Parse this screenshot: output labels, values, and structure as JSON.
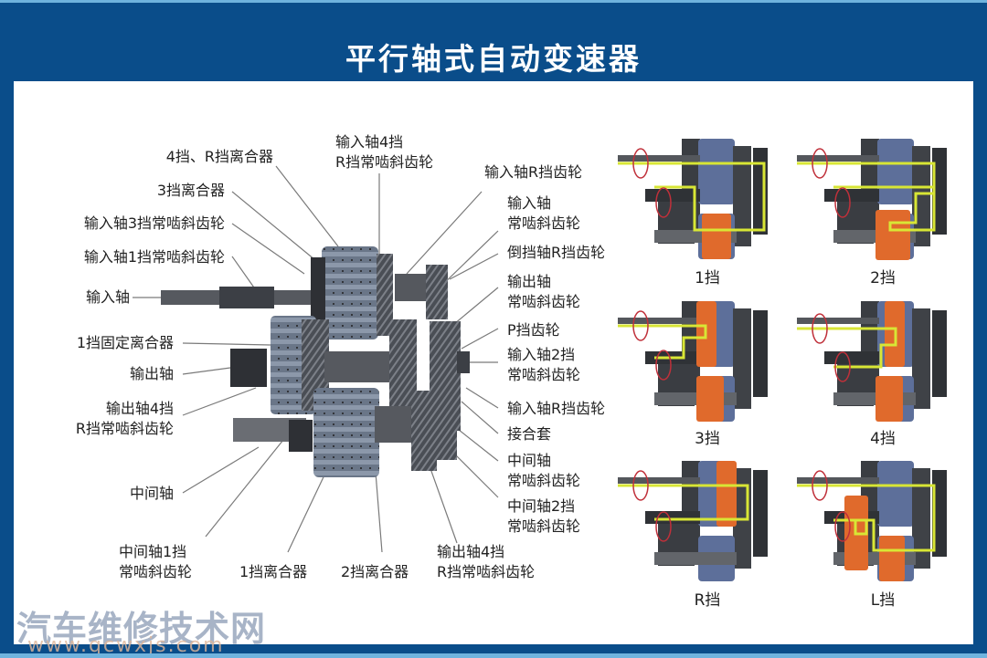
{
  "title": "平行轴式自动变速器",
  "colors": {
    "frame_blue": "#0a4d8a",
    "panel_white": "#ffffff",
    "power_flow": "#d8e635",
    "rotation_arrow": "#c0303a",
    "engaged_clutch": "#e06a2c",
    "idle_clutch": "#5d6f9a",
    "gear_steel": "#4a4e55",
    "leader_line": "#7a7a7a"
  },
  "main_diagram": {
    "left_labels": [
      {
        "id": "clutch-4-r",
        "lines": [
          "4挡、R挡离合器"
        ]
      },
      {
        "id": "clutch-3",
        "lines": [
          "3挡离合器"
        ]
      },
      {
        "id": "input-3rd-gear",
        "lines": [
          "输入轴3挡常啮斜齿轮"
        ]
      },
      {
        "id": "input-1st-gear",
        "lines": [
          "输入轴1挡常啮斜齿轮"
        ]
      },
      {
        "id": "input-shaft",
        "lines": [
          "输入轴"
        ]
      },
      {
        "id": "1st-hold-clutch",
        "lines": [
          "1挡固定离合器"
        ]
      },
      {
        "id": "output-shaft",
        "lines": [
          "输出轴"
        ]
      },
      {
        "id": "output-4-r-gear",
        "lines": [
          "输出轴4挡",
          "R挡常啮斜齿轮"
        ]
      },
      {
        "id": "countershaft",
        "lines": [
          "中间轴"
        ]
      }
    ],
    "top_labels": [
      {
        "id": "input-4-r-gear",
        "lines": [
          "输入轴4挡",
          "R挡常啮斜齿轮"
        ]
      }
    ],
    "right_labels": [
      {
        "id": "input-r-gear-top",
        "lines": [
          "输入轴R挡齿轮"
        ]
      },
      {
        "id": "input-constant-gear",
        "lines": [
          "输入轴",
          "常啮斜齿轮"
        ]
      },
      {
        "id": "reverse-idler-gear",
        "lines": [
          "倒挡轴R挡齿轮"
        ]
      },
      {
        "id": "output-constant-gear",
        "lines": [
          "输出轴",
          "常啮斜齿轮"
        ]
      },
      {
        "id": "park-gear",
        "lines": [
          "P挡齿轮"
        ]
      },
      {
        "id": "input-2nd-gear",
        "lines": [
          "输入轴2挡",
          "常啮斜齿轮"
        ]
      },
      {
        "id": "input-r-gear",
        "lines": [
          "输入轴R挡齿轮"
        ]
      },
      {
        "id": "sleeve",
        "lines": [
          "接合套"
        ]
      },
      {
        "id": "counter-constant-gear",
        "lines": [
          "中间轴",
          "常啮斜齿轮"
        ]
      },
      {
        "id": "counter-2nd-gear",
        "lines": [
          "中间轴2挡",
          "常啮斜齿轮"
        ]
      }
    ],
    "bottom_labels": [
      {
        "id": "counter-1st-gear",
        "lines": [
          "中间轴1挡",
          "常啮斜齿轮"
        ]
      },
      {
        "id": "clutch-1",
        "lines": [
          "1挡离合器"
        ]
      },
      {
        "id": "clutch-2",
        "lines": [
          "2挡离合器"
        ]
      },
      {
        "id": "output-4-r-gear-bottom",
        "lines": [
          "输出轴4挡",
          "R挡常啮斜齿轮"
        ]
      }
    ]
  },
  "gear_diagrams": [
    {
      "id": "gear-1",
      "caption": "1挡"
    },
    {
      "id": "gear-2",
      "caption": "2挡"
    },
    {
      "id": "gear-3",
      "caption": "3挡"
    },
    {
      "id": "gear-4",
      "caption": "4挡"
    },
    {
      "id": "gear-r",
      "caption": "R挡"
    },
    {
      "id": "gear-l",
      "caption": "L挡"
    }
  ],
  "watermark": {
    "text": "汽车维修技术网",
    "url": "www.qcwxjs.com"
  }
}
